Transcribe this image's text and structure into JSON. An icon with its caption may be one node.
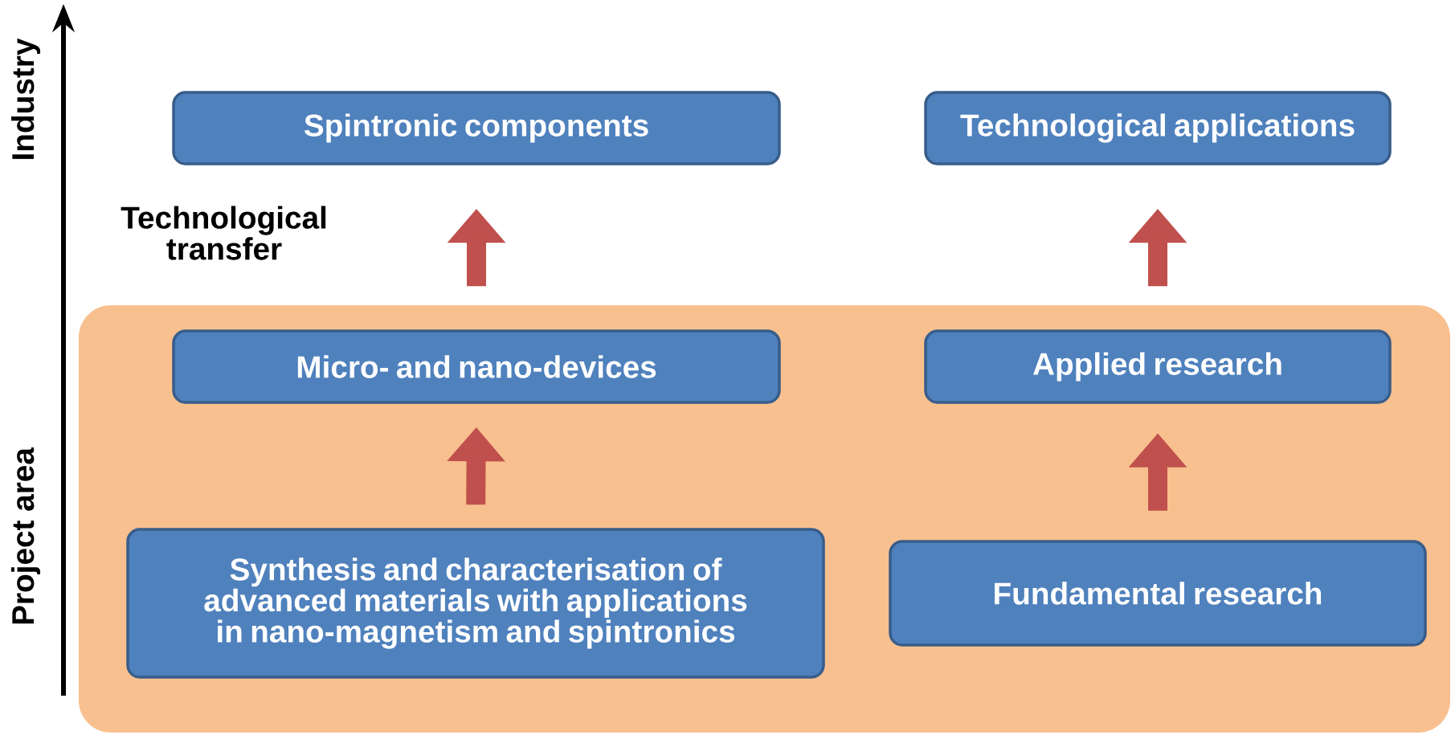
{
  "diagram": {
    "nodes": [
      {
        "text": [],
        "shape": "box"
      },
      {
        "text": [
          "Spintronic components"
        ]
      },
      {
        "text": [
          "Technological applications"
        ]
      },
      {
        "text": [
          "Micro- and nano-devices"
        ],
        "in": 0
      },
      {
        "text": [
          "Applied research"
        ],
        "in": 0
      },
      {
        "text": [
          "Synthesis and characterisation of advanced materials with applications in nano-magnetism and spintronics"
        ],
        "in": 0
      },
      {
        "text": [
          "Fundamental research"
        ],
        "in": 0
      }
    ],
    "edges": [
      {
        "from": 5,
        "to": 3,
        "arrow": "to",
        "color": "#c0504d"
      },
      {
        "from": 3,
        "to": 1,
        "arrow": "to",
        "color": "#c0504d"
      },
      {
        "from": 6,
        "to": 4,
        "arrow": "to",
        "color": "#c0504d"
      },
      {
        "from": 4,
        "to": 2,
        "arrow": "to",
        "color": "#c0504d"
      }
    ],
    "labels": [
      "Industry",
      "Technological transfer",
      "Project area"
    ]
  }
}
